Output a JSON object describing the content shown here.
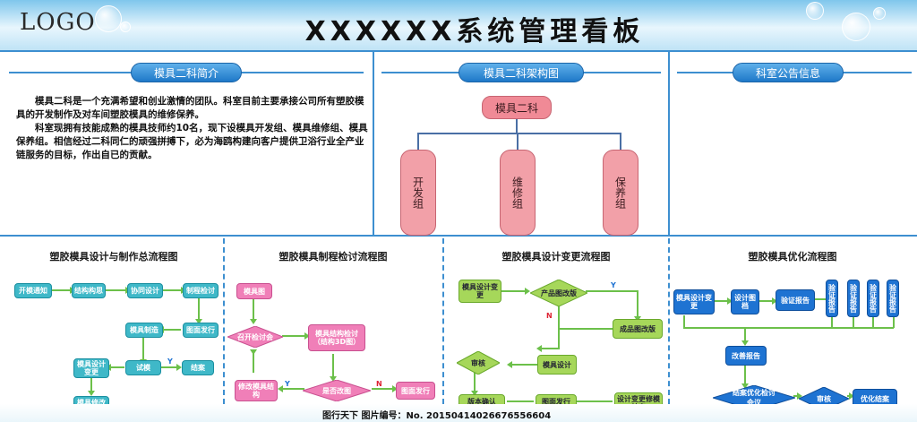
{
  "header": {
    "logo": "LOGO",
    "title": "XXXXXX系统管理看板"
  },
  "sections": {
    "intro_title": "模具二科简介",
    "org_title": "模具二科架构图",
    "notice_title": "科室公告信息"
  },
  "intro": {
    "p1": "模具二科是一个充满希望和创业激情的团队。科室目前主要承接公司所有塑胶模具的开发制作及对车间塑胶模具的维修保养。",
    "p2": "科室现拥有技能成熟的模具技师约10名，现下设模具开发组、模具维修组、模具保养组。相信经过二科同仁的顽强拼搏下，必为海鸥构建向客户提供卫浴行业全产业链服务的目标，作出自已的贡献。"
  },
  "org": {
    "top": "模具二科",
    "groups": [
      "开发组",
      "维修组",
      "保养组"
    ]
  },
  "flows": {
    "f1": {
      "title": "塑胶模具设计与制作总流程图",
      "n1": "开模通知",
      "n2": "结构构思",
      "n3": "协同设计",
      "n4": "制程检讨",
      "n5": "图面发行",
      "n6": "模具制造",
      "n7": "模具设计变更",
      "n8": "试模",
      "n9": "结案",
      "n10": "模具修改",
      "y": "Y"
    },
    "f2": {
      "title": "塑胶模具制程检讨流程图",
      "n1": "模具图",
      "n2": "召开检讨会",
      "n3": "模具结构检讨（结构3D图）",
      "n4": "修改模具结构",
      "n5": "是否改图",
      "n6": "图面发行",
      "y": "Y",
      "n": "N"
    },
    "f3": {
      "title": "塑胶模具设计变更流程图",
      "n1": "模具设计变更",
      "n2": "产品图改版",
      "n3": "成品图改版",
      "n4": "审核",
      "n5": "模具设计",
      "n6": "版本确认",
      "n7": "图面发行",
      "n8": "设计变更修模结案",
      "y": "Y",
      "n": "N"
    },
    "f4": {
      "title": "塑胶模具优化流程图",
      "n1": "模具设计变更",
      "n2": "设计图档",
      "n3": "验证报告",
      "v": [
        "验证报告",
        "验证报告",
        "验证报告",
        "验证报告"
      ],
      "n4": "改善报告",
      "n5": "结案优化检讨会议",
      "n6": "审核",
      "n7": "优化结案"
    }
  },
  "watermark": "图行天下 图片编号：No. 20150414026676556604"
}
